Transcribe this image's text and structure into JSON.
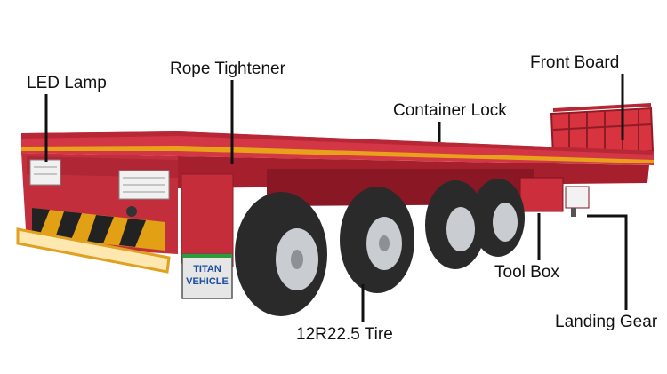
{
  "labels": {
    "led_lamp": "LED Lamp",
    "rope_tightener": "Rope Tightener",
    "container_lock": "Container Lock",
    "front_board": "Front Board",
    "tool_box": "Tool Box",
    "landing_gear": "Landing Gear",
    "tire": "12R22.5 Tire"
  },
  "plate": {
    "line1": "TITAN",
    "line2": "VEHICLE"
  },
  "colors": {
    "frame_red": "#cf2f3f",
    "frame_dark_red": "#9e1f2c",
    "side_stripe": "#e8a21a",
    "tire": "#2a2a2a",
    "rim": "#c9ccd0",
    "leader_line": "#111111"
  }
}
